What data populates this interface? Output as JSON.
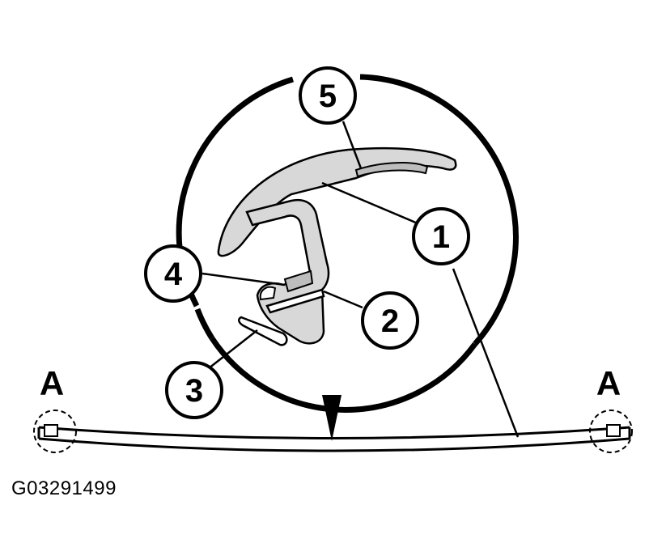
{
  "callouts": [
    {
      "id": "1",
      "label": "1"
    },
    {
      "id": "2",
      "label": "2"
    },
    {
      "id": "3",
      "label": "3"
    },
    {
      "id": "4",
      "label": "4"
    },
    {
      "id": "5",
      "label": "5"
    }
  ],
  "section_marks": {
    "left": "A",
    "right": "A"
  },
  "figure_id": "G03291499",
  "colors": {
    "line": "#000000",
    "part_fill": "#d8d8d8",
    "insert_fill": "#bdbdbd",
    "background": "#ffffff"
  }
}
